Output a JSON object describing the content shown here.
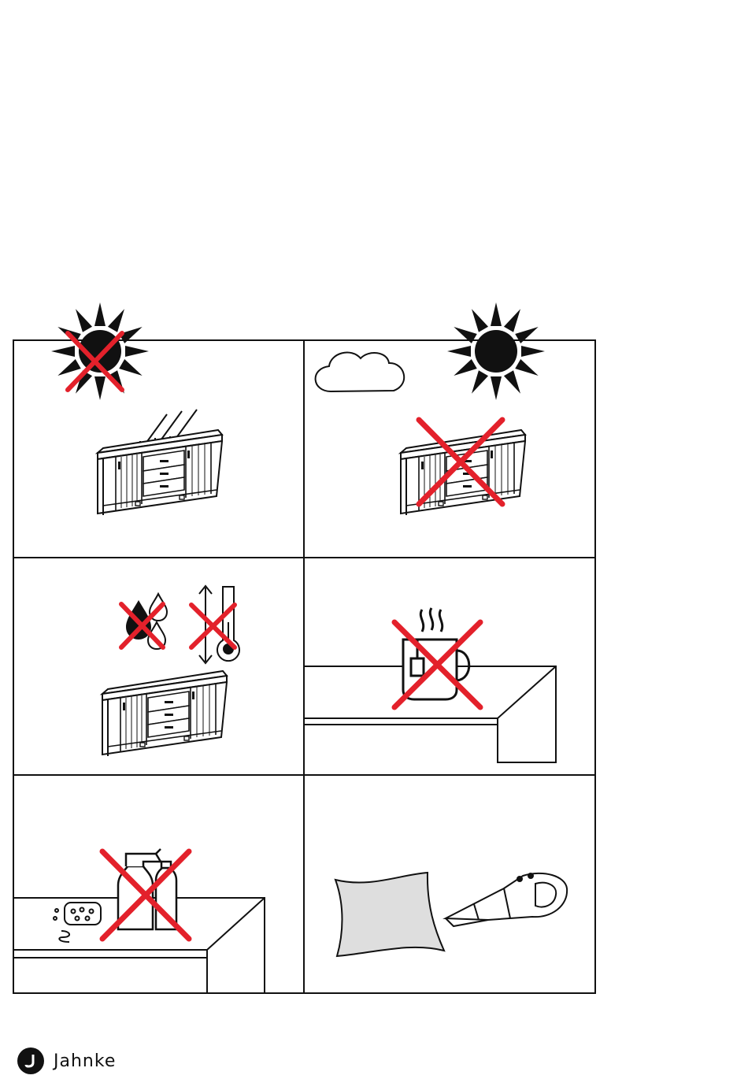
{
  "document": {
    "section": "care-instructions",
    "grid": {
      "rows": 3,
      "columns": 2
    },
    "panels": [
      {
        "id": "no-direct-sun",
        "status": "prohibited",
        "depicts": [
          "sun",
          "sideboard",
          "sun-rays"
        ]
      },
      {
        "id": "sun-behind-cloud",
        "status": "prohibited",
        "depicts": [
          "sun",
          "cloud",
          "sideboard"
        ]
      },
      {
        "id": "no-moisture-temperature",
        "status": "prohibited",
        "depicts": [
          "water-drops",
          "thermometer",
          "sideboard"
        ]
      },
      {
        "id": "no-hot-objects",
        "status": "prohibited",
        "depicts": [
          "hot-mug",
          "tabletop"
        ]
      },
      {
        "id": "no-chemical-cleaners",
        "status": "prohibited",
        "depicts": [
          "spray-bottle",
          "detergent-bottle",
          "sponge",
          "tabletop"
        ]
      },
      {
        "id": "cushion-vacuum",
        "status": "allowed",
        "depicts": [
          "cushion",
          "handheld-vacuum"
        ]
      }
    ],
    "colors": {
      "line": "#111111",
      "prohibit": "#e3212b",
      "cushion": "#dedede"
    }
  },
  "brand": {
    "name": "Jahnke",
    "logo_letter": "J"
  }
}
